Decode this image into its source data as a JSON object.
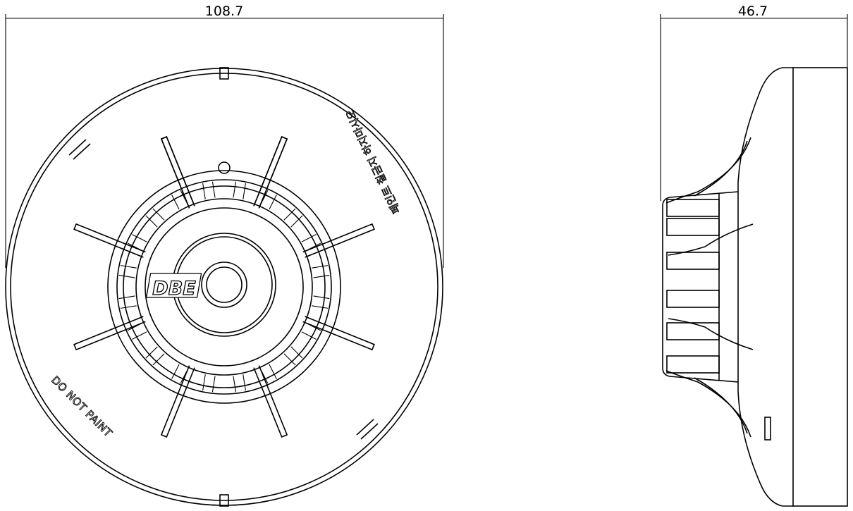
{
  "dimensions": {
    "front_width": "108.7",
    "side_height": "46.7"
  },
  "labels": {
    "logo": "DBE",
    "warning": "DO NOT PAINT",
    "korean_text": "페인트 칠금지 하지마시오"
  }
}
